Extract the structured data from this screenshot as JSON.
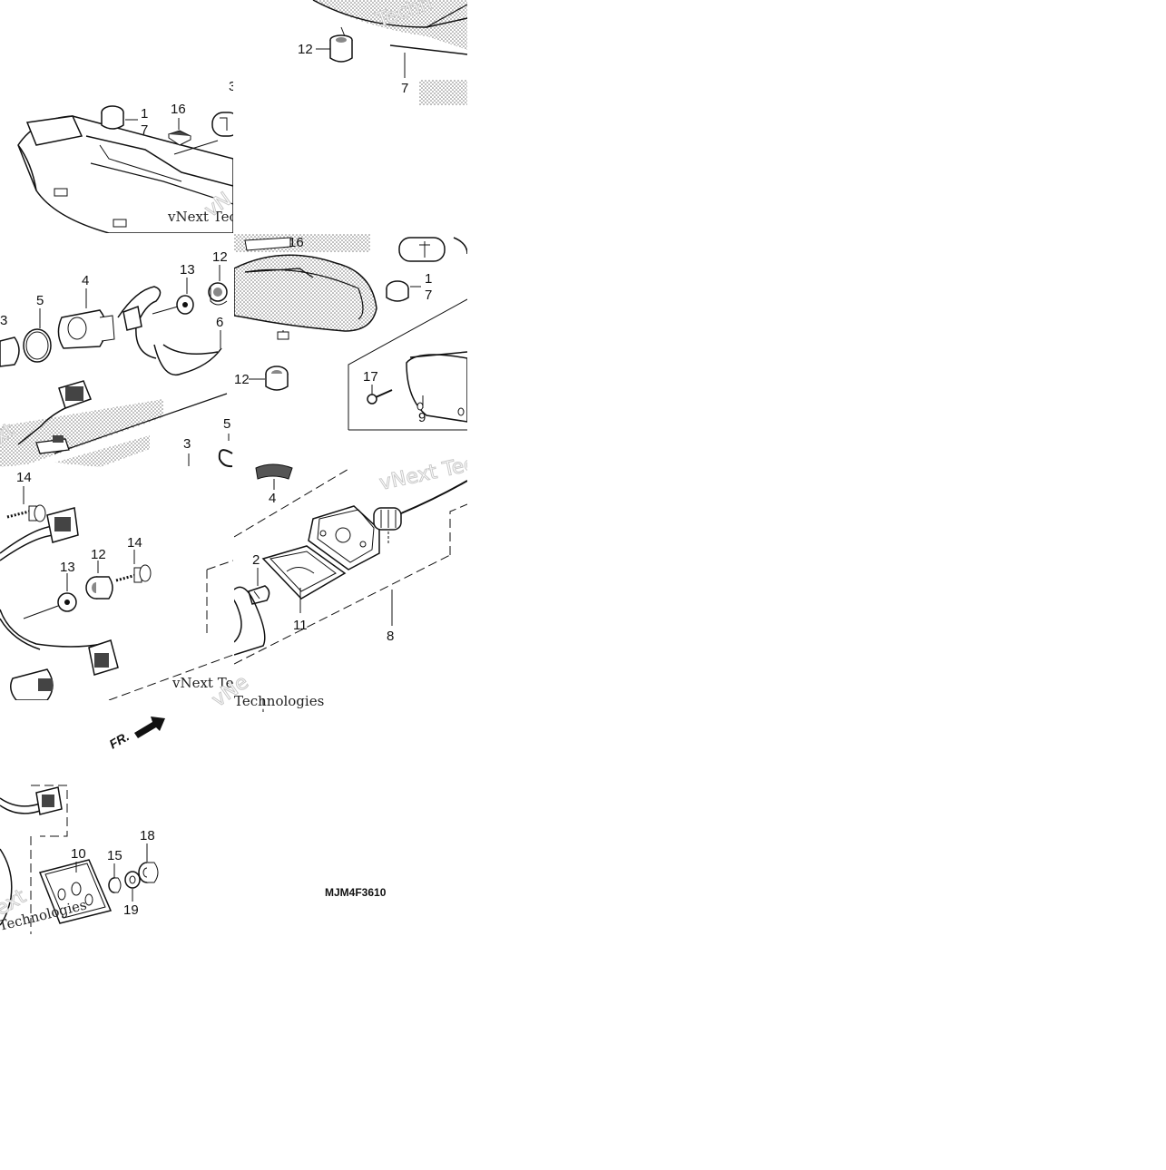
{
  "diagram": {
    "code": "MJM4F3610",
    "direction_label": "FR.",
    "watermarks": [
      "vNext Tec",
      "Technologies",
      "Techn",
      "vNext Te",
      "vNext Technologies",
      "Techno",
      "Technologies",
      "Techno"
    ],
    "callouts": {
      "t1": {
        "12": "12",
        "7": "7"
      },
      "t2": {
        "1": "1",
        "7": "7",
        "16": "16",
        "3": "3"
      },
      "t3": {
        "13": "13",
        "12": "12",
        "4": "4",
        "5": "5",
        "3": "3",
        "6": "6"
      },
      "t4": {
        "16": "16",
        "1": "1",
        "7": "7",
        "12": "12",
        "17": "17",
        "9": "9",
        "3": "3",
        "5": "5"
      },
      "t5": {
        "14a": "14",
        "12": "12",
        "14b": "14",
        "13": "13"
      },
      "t6": {
        "4": "4",
        "2": "2",
        "11": "11",
        "8": "8"
      },
      "t7": {
        "10": "10",
        "15": "15",
        "18": "18",
        "19": "19"
      }
    }
  }
}
